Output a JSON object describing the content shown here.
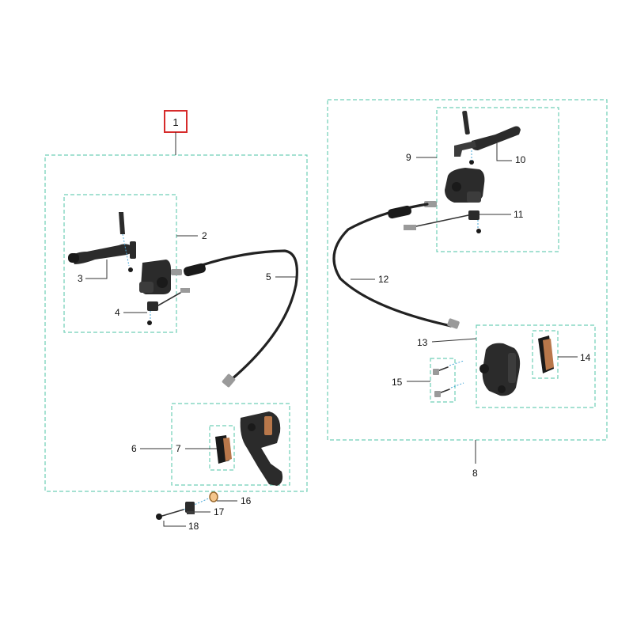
{
  "callouts": {
    "c1": "1",
    "c2": "2",
    "c3": "3",
    "c4": "4",
    "c5": "5",
    "c6": "6",
    "c7": "7",
    "c8": "8",
    "c9": "9",
    "c10": "10",
    "c11": "11",
    "c12": "12",
    "c13": "13",
    "c14": "14",
    "c15": "15",
    "c16": "16",
    "c17": "17",
    "c18": "18"
  },
  "colors": {
    "group_box": "#6fcfb6",
    "highlight_box": "#d62b2b",
    "part": "#2b2b2b",
    "brake_pad": "#b8774a"
  }
}
